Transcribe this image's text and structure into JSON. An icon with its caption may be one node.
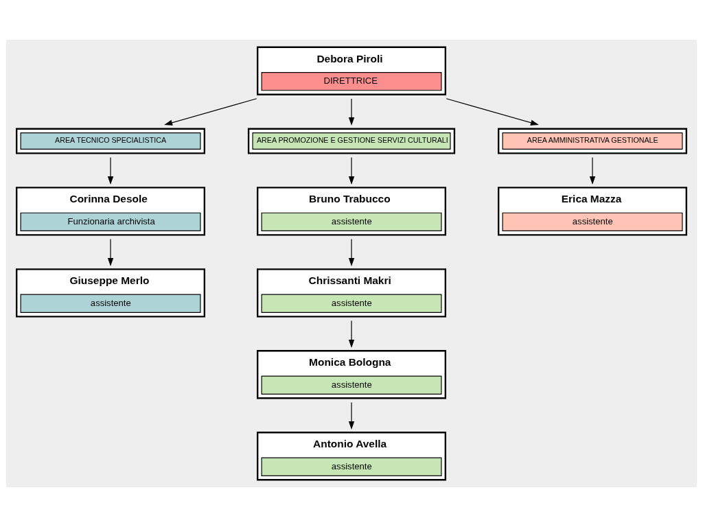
{
  "diagram": {
    "nodes": [
      {
        "text": [
          "Debora Piroli",
          "DIRETTRICE"
        ]
      },
      {
        "text": [
          "AREA TECNICO SPECIALISTICA"
        ]
      },
      {
        "text": [
          "AREA PROMOZIONE E GESTIONE SERVIZI CULTURALI"
        ]
      },
      {
        "text": [
          "AREA AMMINISTRATIVA GESTIONALE"
        ]
      },
      {
        "text": [
          "Corinna Desole",
          "Funzionaria archivista"
        ]
      },
      {
        "text": [
          "Giuseppe Merlo",
          "assistente"
        ]
      },
      {
        "text": [
          "Bruno Trabucco",
          "assistente"
        ]
      },
      {
        "text": [
          "Chrissanti Makri",
          "assistente"
        ]
      },
      {
        "text": [
          "Monica Bologna",
          "assistente"
        ]
      },
      {
        "text": [
          "Antonio Avella",
          "assistente"
        ]
      },
      {
        "text": [
          "Erica Mazza",
          "assistente"
        ]
      }
    ],
    "edges": [
      {
        "from": 0,
        "to": 1,
        "arrow": "to"
      },
      {
        "from": 0,
        "to": 2,
        "arrow": "to"
      },
      {
        "from": 0,
        "to": 3,
        "arrow": "to"
      },
      {
        "from": 1,
        "to": 4,
        "arrow": "to"
      },
      {
        "from": 4,
        "to": 5,
        "arrow": "to"
      },
      {
        "from": 2,
        "to": 6,
        "arrow": "to"
      },
      {
        "from": 6,
        "to": 7,
        "arrow": "to"
      },
      {
        "from": 7,
        "to": 8,
        "arrow": "to"
      },
      {
        "from": 8,
        "to": 9,
        "arrow": "to"
      },
      {
        "from": 3,
        "to": 10,
        "arrow": "to"
      }
    ]
  }
}
